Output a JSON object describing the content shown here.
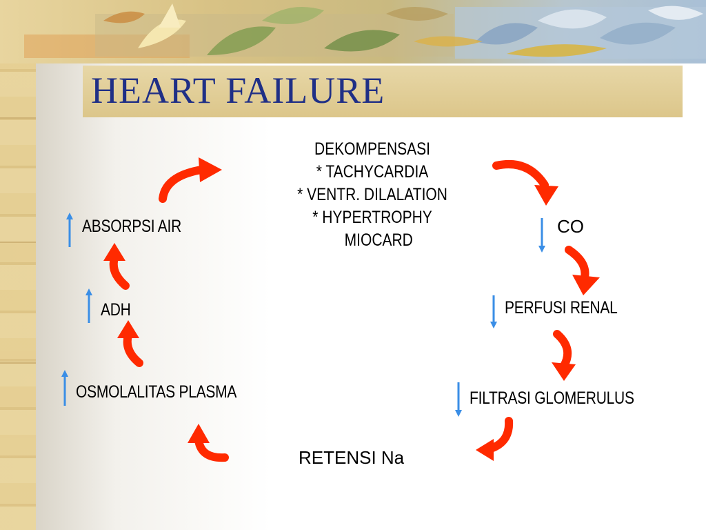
{
  "slide": {
    "title": "HEART FAILURE"
  },
  "diagram": {
    "center": {
      "lines": [
        "DEKOMPENSASI",
        "* TACHYCARDIA",
        "* VENTR. DILALATION",
        "* HYPERTROPHY",
        "MIOCARD"
      ]
    },
    "nodes": {
      "co": {
        "label": "CO",
        "direction": "down"
      },
      "perfusi": {
        "label": "PERFUSI RENAL",
        "direction": "down"
      },
      "filtrasi": {
        "label": "FILTRASI GLOMERULUS",
        "direction": "down"
      },
      "retensi": {
        "label": "RETENSI Na"
      },
      "osmolalitas": {
        "label": "OSMOLALITAS PLASMA",
        "direction": "up"
      },
      "adh": {
        "label": "ADH",
        "direction": "up"
      },
      "absorpsi": {
        "label": "ABSORPSI AIR",
        "direction": "up"
      }
    },
    "colors": {
      "title": "#1f2f86",
      "cycle_arrow": "#ff2a00",
      "indicator_arrow": "#3a8ee6"
    }
  }
}
